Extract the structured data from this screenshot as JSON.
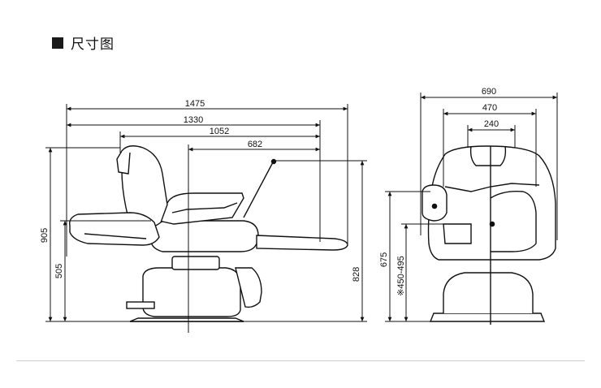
{
  "heading": "尺寸图",
  "side_view": {
    "dims": {
      "length_overall": "1475",
      "length_reclined": "1330",
      "length_seat_footrest": "1052",
      "length_armrest_footrest": "682",
      "height_overall": "905",
      "height_seat": "505",
      "height_armrest_tip": "828"
    }
  },
  "front_view": {
    "dims": {
      "width_overall": "690",
      "width_mid": "470",
      "width_inner": "240",
      "height_arm": "675",
      "height_seat_range": "※450-495"
    }
  }
}
